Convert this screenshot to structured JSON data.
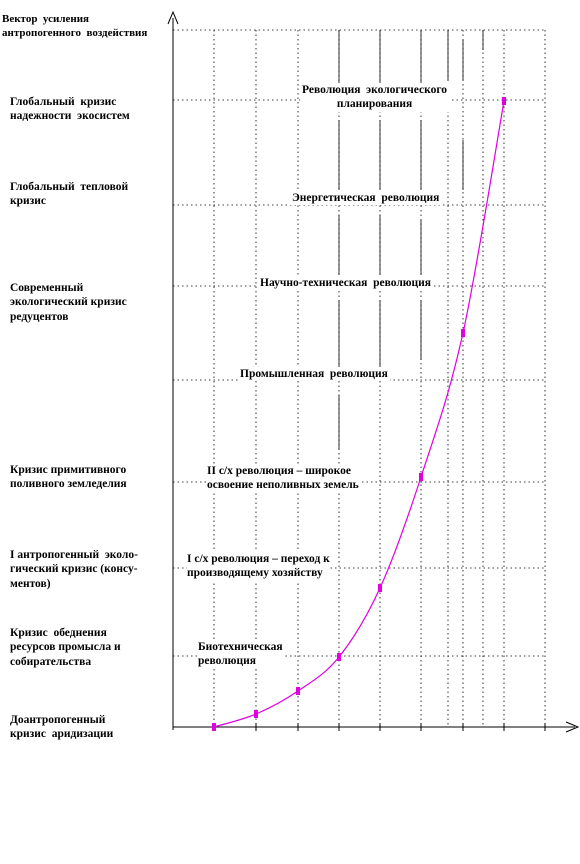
{
  "y_axis_title": "Вектор  усиления\nантропогенного  воздействия",
  "crises": [
    "Глобальный  кризис\nнадежности  экосистем",
    "Глобальный  тепловой\nкризис",
    "Современный\nэкологический кризис\nредуцентов",
    "Кризис примитивного\nполивного земледелия",
    "I антропогенный  эколо-\nгический кризис (консу-\nментов)",
    "Кризис  обеднения\nресурсов промысла и\nсобирательства",
    "Доантропогенный\nкризис  аридизации"
  ],
  "revolutions": [
    "Революция  экологического\nпланирования",
    "Энергетическая  революция",
    "Научно-техническая  революция",
    "Промышленная  революция",
    "II с/х революция – широкое\nосвоение неполивных земель",
    "I с/х революция – переход к\nпроизводящему хозяйству",
    "Биотехническая\nреволюция"
  ],
  "curve_color": "#e000e0"
}
